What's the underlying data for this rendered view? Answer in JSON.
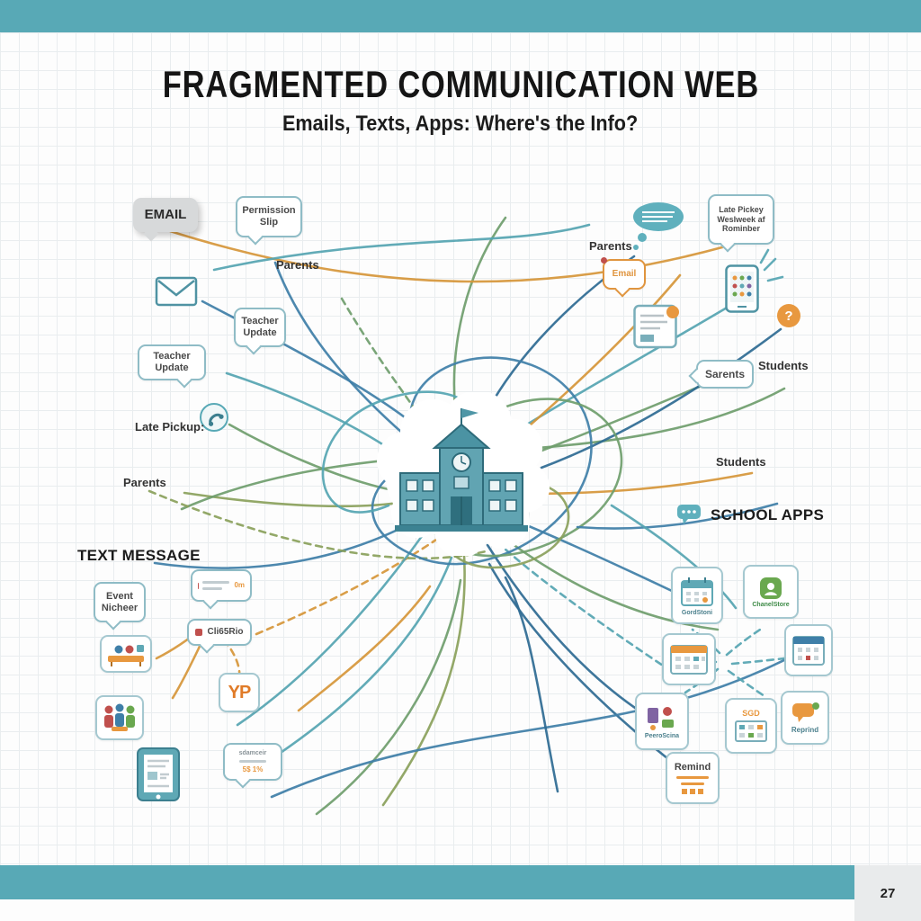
{
  "page": {
    "title": "FRAGMENTED COMMUNICATION WEB",
    "subtitle": "Emails, Texts, Apps: Where's the Info?",
    "page_number": "27"
  },
  "colors": {
    "teal_bar": "#58a9b6",
    "arrow_blue": "#3f7fa8",
    "arrow_navy": "#2e6b93",
    "arrow_teal": "#55a5b2",
    "arrow_green": "#6f9e6d",
    "arrow_olive": "#8ba15c",
    "arrow_orange": "#d6973a",
    "accent_orange": "#e8983f",
    "accent_red": "#c0504d"
  },
  "left": {
    "email_heading": "EMAIL",
    "permission_slip_line1": "Permission",
    "permission_slip_line2": "Slip",
    "parents_top": "Parents",
    "teacher_update_a_line1": "Teacher",
    "teacher_update_a_line2": "Update",
    "teacher_update_b_line1": "Teacher",
    "teacher_update_b_line2": "Update",
    "late_pickup": "Late Pickup:",
    "parents_mid": "Parents",
    "text_message_heading": "TEXT MESSAGE",
    "event_line1": "Event",
    "event_line2": "Nicheer",
    "chat_meta": "0m",
    "clirio": "Cli65Rio",
    "yp": "YP",
    "chat2_line1": "sdamceir",
    "chat2_line2": "5$ 1%"
  },
  "right": {
    "late_pickey_line1": "Late Pickey",
    "late_pickey_line2": "Weslweek af",
    "late_pickey_line3": "Rominber",
    "parents_top": "Parents",
    "email_label": "Email",
    "question": "?",
    "sarents": "Sarents",
    "students_top": "Students",
    "students_mid": "Students",
    "school_apps_heading": "SCHOOL APPS",
    "gordstoni": "GordStoni",
    "chanelstore": "ChanelStore",
    "peeroscina": "PeeroScina",
    "sgd": "SGD",
    "reprind": "Reprind",
    "remind": "Remind"
  },
  "icons": [
    "envelope-icon",
    "phone-handset-icon",
    "thought-bubble-icon",
    "email-chat-icon",
    "smartphone-icon",
    "question-icon",
    "document-icon",
    "school-building-icon",
    "bus-icon",
    "students-group-icon",
    "tablet-icon",
    "chat-message-icon",
    "calendar-icon",
    "app-chat-icon",
    "remind-card-icon"
  ]
}
